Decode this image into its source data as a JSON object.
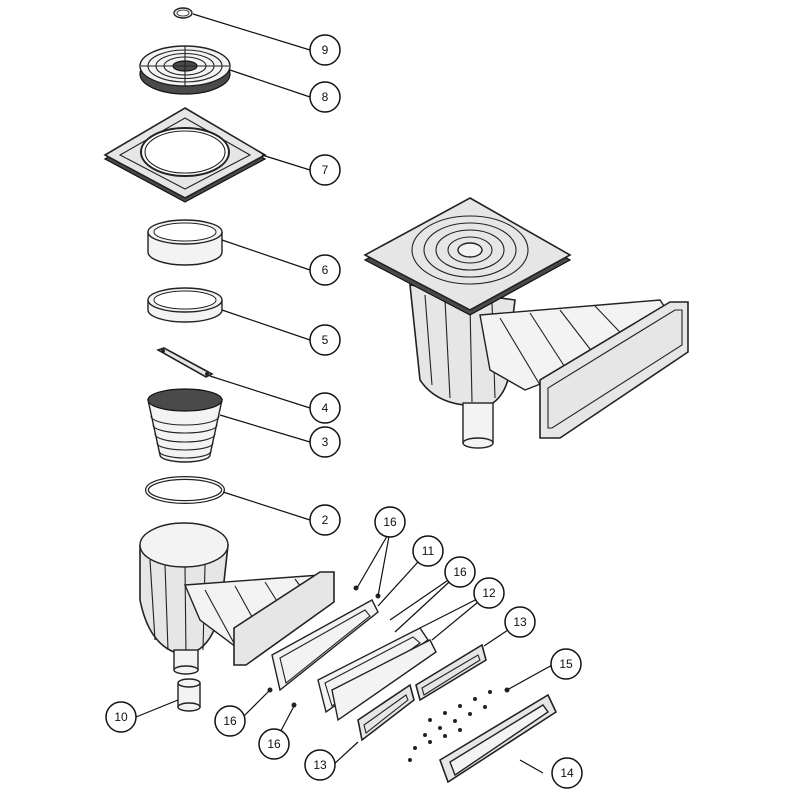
{
  "diagram": {
    "callouts": [
      {
        "id": "c9",
        "label": "9"
      },
      {
        "id": "c8",
        "label": "8"
      },
      {
        "id": "c7",
        "label": "7"
      },
      {
        "id": "c6",
        "label": "6"
      },
      {
        "id": "c5",
        "label": "5"
      },
      {
        "id": "c4",
        "label": "4"
      },
      {
        "id": "c3",
        "label": "3"
      },
      {
        "id": "c2",
        "label": "2"
      },
      {
        "id": "c10",
        "label": "10"
      },
      {
        "id": "c16a",
        "label": "16"
      },
      {
        "id": "c11",
        "label": "11"
      },
      {
        "id": "c16b",
        "label": "16"
      },
      {
        "id": "c12",
        "label": "12"
      },
      {
        "id": "c13a",
        "label": "13"
      },
      {
        "id": "c15",
        "label": "15"
      },
      {
        "id": "c16c",
        "label": "16"
      },
      {
        "id": "c16d",
        "label": "16"
      },
      {
        "id": "c13b",
        "label": "13"
      },
      {
        "id": "c14",
        "label": "14"
      }
    ]
  }
}
